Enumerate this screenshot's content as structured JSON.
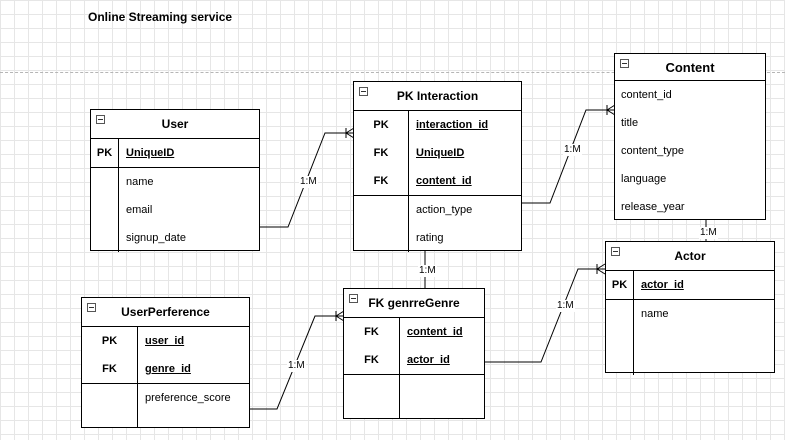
{
  "diagram": {
    "title": "Online Streaming service"
  },
  "relations": {
    "user_interaction": "1:M",
    "interaction_content": "1:M",
    "content_actor": "1:M",
    "interaction_genre": "1:M",
    "genre_actor": "1:M",
    "preference_genre": "1:M"
  },
  "user": {
    "title": "User",
    "keys": [
      {
        "key": "PK",
        "field": "UniqueID"
      }
    ],
    "fields": [
      "name",
      "email",
      "signup_date"
    ]
  },
  "interaction": {
    "title": "PK Interaction",
    "keys": [
      {
        "key": "PK",
        "field": "interaction_id"
      },
      {
        "key": "FK",
        "field": "UniqueID"
      },
      {
        "key": "FK",
        "field": "content_id"
      }
    ],
    "fields": [
      "action_type",
      "rating"
    ]
  },
  "content": {
    "title": "Content",
    "fields": [
      "content_id",
      "title",
      "content_type",
      "language",
      "release_year"
    ]
  },
  "actor": {
    "title": "Actor",
    "keys": [
      {
        "key": "PK",
        "field": "actor_id"
      }
    ],
    "fields": [
      "name"
    ]
  },
  "genre": {
    "title": "FK genrreGenre",
    "keys": [
      {
        "key": "FK",
        "field": "content_id"
      },
      {
        "key": "FK",
        "field": "actor_id"
      }
    ]
  },
  "preference": {
    "title": "UserPerference",
    "keys": [
      {
        "key": "PK",
        "field": "user_id"
      },
      {
        "key": "FK",
        "field": "genre_id"
      }
    ],
    "fields": [
      "preference_score"
    ]
  }
}
